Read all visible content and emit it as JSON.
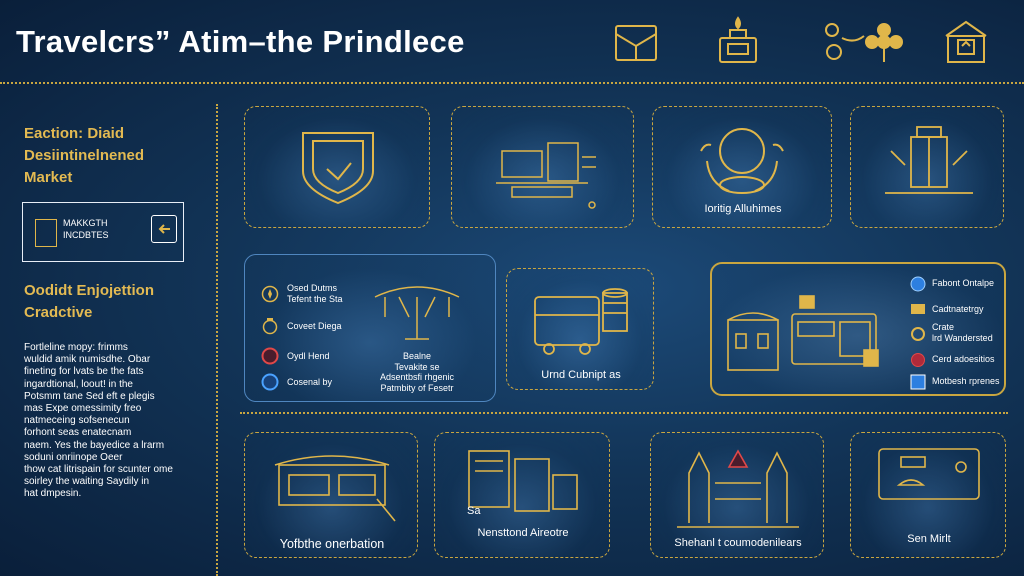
{
  "header": {
    "title": "Travelcrs” Atim–the Prindlece",
    "icons": [
      "book-icon",
      "lantern-icon",
      "flower-icon",
      "building-icon"
    ]
  },
  "sidebar": {
    "heading1": [
      "Eaction: Diaid",
      "Desiintinelnened",
      "Market"
    ],
    "box_label": [
      "MAKKGTH",
      "INCDBTES"
    ],
    "heading2": [
      "Oodidt Enjojettion",
      "Cradctive"
    ],
    "body": [
      "Fortleline mopy: frimms",
      "wuldid amik numisdhe. Obar",
      "fineting for lvats be the fats",
      "ingardtional, loout! in the",
      "Potsmm tane Sed eft e plegis",
      "mas Expe omessimity freo",
      "natmeceing sofsenecun",
      "forhont seas enatecnam",
      "naem. Yes the bayedice a lrarm",
      "soduni onriinope Oeer",
      "thow cat litrispain for scunter ome",
      "soirley the waiting Saydily in",
      "hat dmpesin."
    ]
  },
  "cards": {
    "row1": [
      {
        "label": ""
      },
      {
        "label": ""
      },
      {
        "label": "Ioritig Alluhimes"
      },
      {
        "label": ""
      }
    ],
    "row2_left": {
      "legend": [
        {
          "label": "Osed Dutms\nTefent the Sta"
        },
        {
          "label": "Coveet Diega"
        },
        {
          "label": "Oydl Hend"
        },
        {
          "label": "Cosenal by"
        }
      ],
      "caption": [
        "Bealne",
        "Tevakite se",
        "Adsentbsfi rhgenic",
        "Patmbity of Fesetr"
      ]
    },
    "row2_mid": {
      "label": "Urnd Cubnipt as"
    },
    "row2_right": {
      "legend": [
        {
          "label": "Fabont Ontalpe"
        },
        {
          "label": "Cadtnatetrgy"
        },
        {
          "label": "Crate\nlrd Wandersted"
        },
        {
          "label": "Cerd adoesitios"
        },
        {
          "label": "Motbesh rprenes"
        }
      ]
    },
    "row3": [
      {
        "label": "Yofbthe onerbation"
      },
      {
        "label": "Nensttond Aireotre"
      },
      {
        "label": "Shehanl t coumodenilears"
      },
      {
        "label": "Sen Mirlt"
      }
    ],
    "row3_prefix": "Sa"
  },
  "colors": {
    "gold": "#e0b64a",
    "background": "#123457",
    "card_border": "#c9a640"
  }
}
